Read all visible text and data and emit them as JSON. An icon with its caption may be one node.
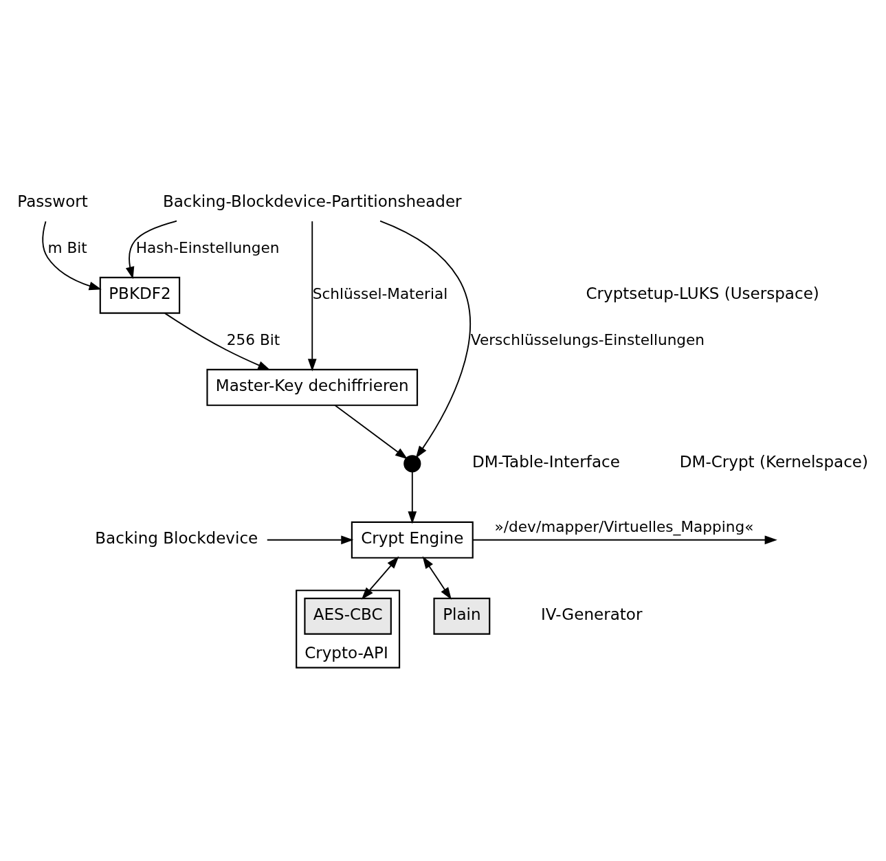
{
  "diagram": {
    "nodes": [
      {
        "text": [
          "Passwort"
        ]
      },
      {
        "text": [
          "Backing-Blockdevice-Partitionsheader"
        ]
      },
      {
        "text": [
          "PBKDF2"
        ]
      },
      {
        "text": [
          "Master-Key dechiffrieren"
        ]
      },
      {
        "text": [],
        "shape": "circle",
        "beside": [
          "DM-Table-Interface"
        ]
      },
      {
        "text": [
          "Backing Blockdevice"
        ]
      },
      {
        "text": [
          "Crypt Engine"
        ]
      },
      {
        "text": [
          "Crypto-API"
        ]
      },
      {
        "text": [
          "AES-CBC"
        ],
        "in": 7
      },
      {
        "text": [
          "Plain"
        ],
        "beside": [
          "IV-Generator"
        ]
      }
    ],
    "edges": [
      {
        "from": 0,
        "to": 2,
        "arrow": "to",
        "label": "m Bit"
      },
      {
        "from": 1,
        "to": 2,
        "arrow": "to",
        "label": "Hash-Einstellungen"
      },
      {
        "from": 1,
        "to": 3,
        "arrow": "to",
        "label": "Schlüssel-Material"
      },
      {
        "from": 1,
        "to": 4,
        "arrow": "to",
        "label": "Verschlüsselungs-Einstellungen"
      },
      {
        "from": 2,
        "to": 3,
        "arrow": "to",
        "label": "256 Bit"
      },
      {
        "from": 3,
        "to": 4,
        "arrow": "to"
      },
      {
        "from": 4,
        "to": 6,
        "arrow": "to"
      },
      {
        "from": 5,
        "to": 6,
        "arrow": "to"
      },
      {
        "from": 6,
        "to": null,
        "arrow": "to",
        "label": "»/dev/mapper/Virtuelles_Mapping«"
      },
      {
        "from": 6,
        "to": 8,
        "arrow": "both"
      },
      {
        "from": 6,
        "to": 9,
        "arrow": "both"
      }
    ],
    "labels": [
      "Cryptsetup-LUKS (Userspace)",
      "DM-Crypt (Kernelspace)"
    ]
  }
}
